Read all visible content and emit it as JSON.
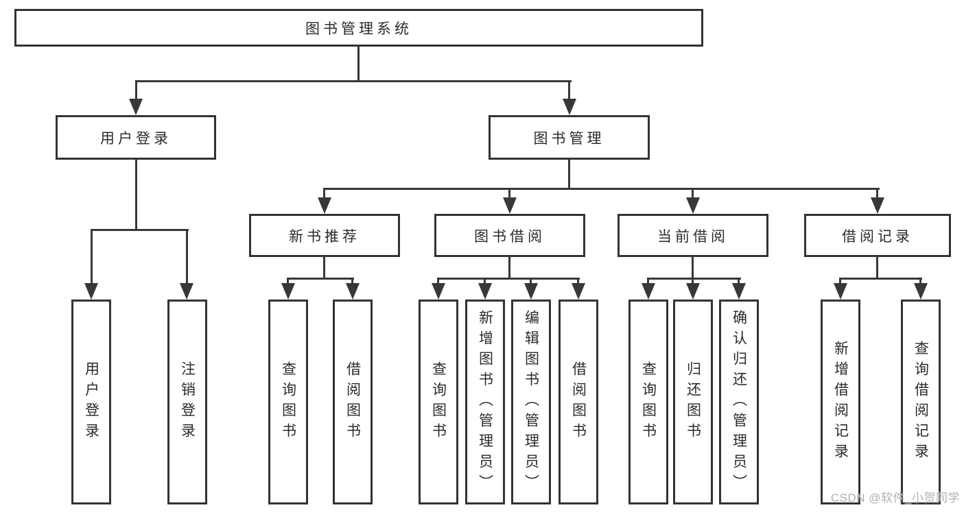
{
  "colors": {
    "line": "#383838",
    "box_border": "#333333",
    "text": "#2b2b2b",
    "watermark": "#b0b0b0",
    "background": "#ffffff"
  },
  "nodes": {
    "root": "图书管理系统",
    "level2": [
      "用户登录",
      "图书管理"
    ],
    "level3": [
      "新书推荐",
      "图书借阅",
      "当前借阅",
      "借阅记录"
    ],
    "level4": [
      "用户登录",
      "注销登录",
      "查询图书",
      "借阅图书",
      "查询图书",
      "新增图书（管理员）",
      "编辑图书（管理员）",
      "借阅图书",
      "查询图书",
      "归还图书",
      "确认归还（管理员）",
      "新增借阅记录",
      "查询借阅记录"
    ]
  },
  "tree": {
    "图书管理系统": {
      "用户登录": [
        "用户登录",
        "注销登录"
      ],
      "图书管理": {
        "新书推荐": [
          "查询图书",
          "借阅图书"
        ],
        "图书借阅": [
          "查询图书",
          "新增图书（管理员）",
          "编辑图书（管理员）",
          "借阅图书"
        ],
        "当前借阅": [
          "查询图书",
          "归还图书",
          "确认归还（管理员）"
        ],
        "借阅记录": [
          "新增借阅记录",
          "查询借阅记录"
        ]
      }
    }
  },
  "watermark": "CSDN @软件_小贺同学"
}
